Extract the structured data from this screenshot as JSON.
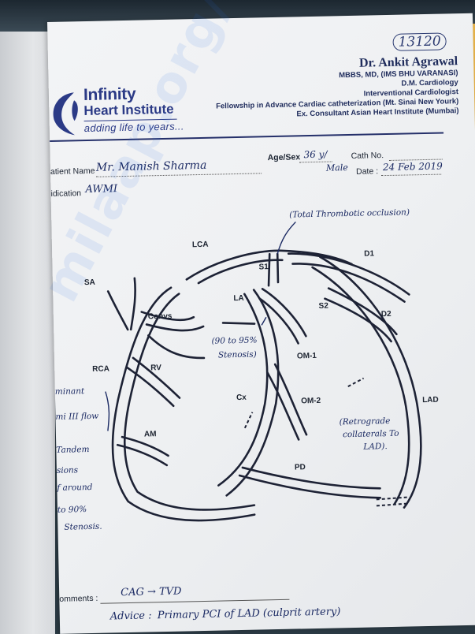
{
  "page_number": "13120",
  "institute": {
    "name_line1": "Infinity",
    "name_line2": "Heart Institute",
    "tagline": "adding life to years..."
  },
  "doctor": {
    "name": "Dr. Ankit Agrawal",
    "qualifications": [
      "MBBS, MD, (IMS BHU VARANASI)",
      "D.M. Cardiology",
      "Interventional Cardiologist",
      "Fellowship in Advance Cardiac catheterization (Mt. Sinai New Yourk)",
      "Ex. Consultant Asian Heart Institute (Mumbai)"
    ]
  },
  "form": {
    "patient_name_label": "atient Name",
    "patient_name_value": "Mr. Manish Sharma",
    "age_sex_label": "Age/Sex",
    "age_sex_value": "36 y/",
    "sex_value": "Male",
    "cath_no_label": "Cath No.",
    "date_label": "Date :",
    "date_value": "24 Feb 2019",
    "indication_label": "idication",
    "indication_value": "AWMI",
    "comments_label": "omments :",
    "comments_value": "CAG → TVD",
    "advice_label": "Advice :",
    "advice_value": "Primary PCI of LAD (culprit artery)"
  },
  "diagram": {
    "labels": {
      "lca": "LCA",
      "s1": "S1",
      "d1": "D1",
      "sa": "SA",
      "la": "LA",
      "s2": "S2",
      "d2": "D2",
      "convs": "Convs",
      "rca": "RCA",
      "rv": "RV",
      "om1": "OM-1",
      "cx": "Cx",
      "om2": "OM-2",
      "am": "AM",
      "lad": "LAD",
      "pd": "PD"
    },
    "annotations": {
      "total_occlusion": "(Total Thrombotic occlusion)",
      "la_stenosis_1": "(90 to 95%",
      "la_stenosis_2": "Stenosis)",
      "retrograde_1": "(Retrograde",
      "retrograde_2": "collaterals To",
      "retrograde_3": "LAD).",
      "left_1": "minant",
      "left_2": "mi III flow",
      "left_3": "Tandem",
      "left_4": "sions",
      "left_5": "f around",
      "left_6": "to 90%",
      "left_7": "Stenosis."
    }
  },
  "watermark": "milaap.org/INFO"
}
